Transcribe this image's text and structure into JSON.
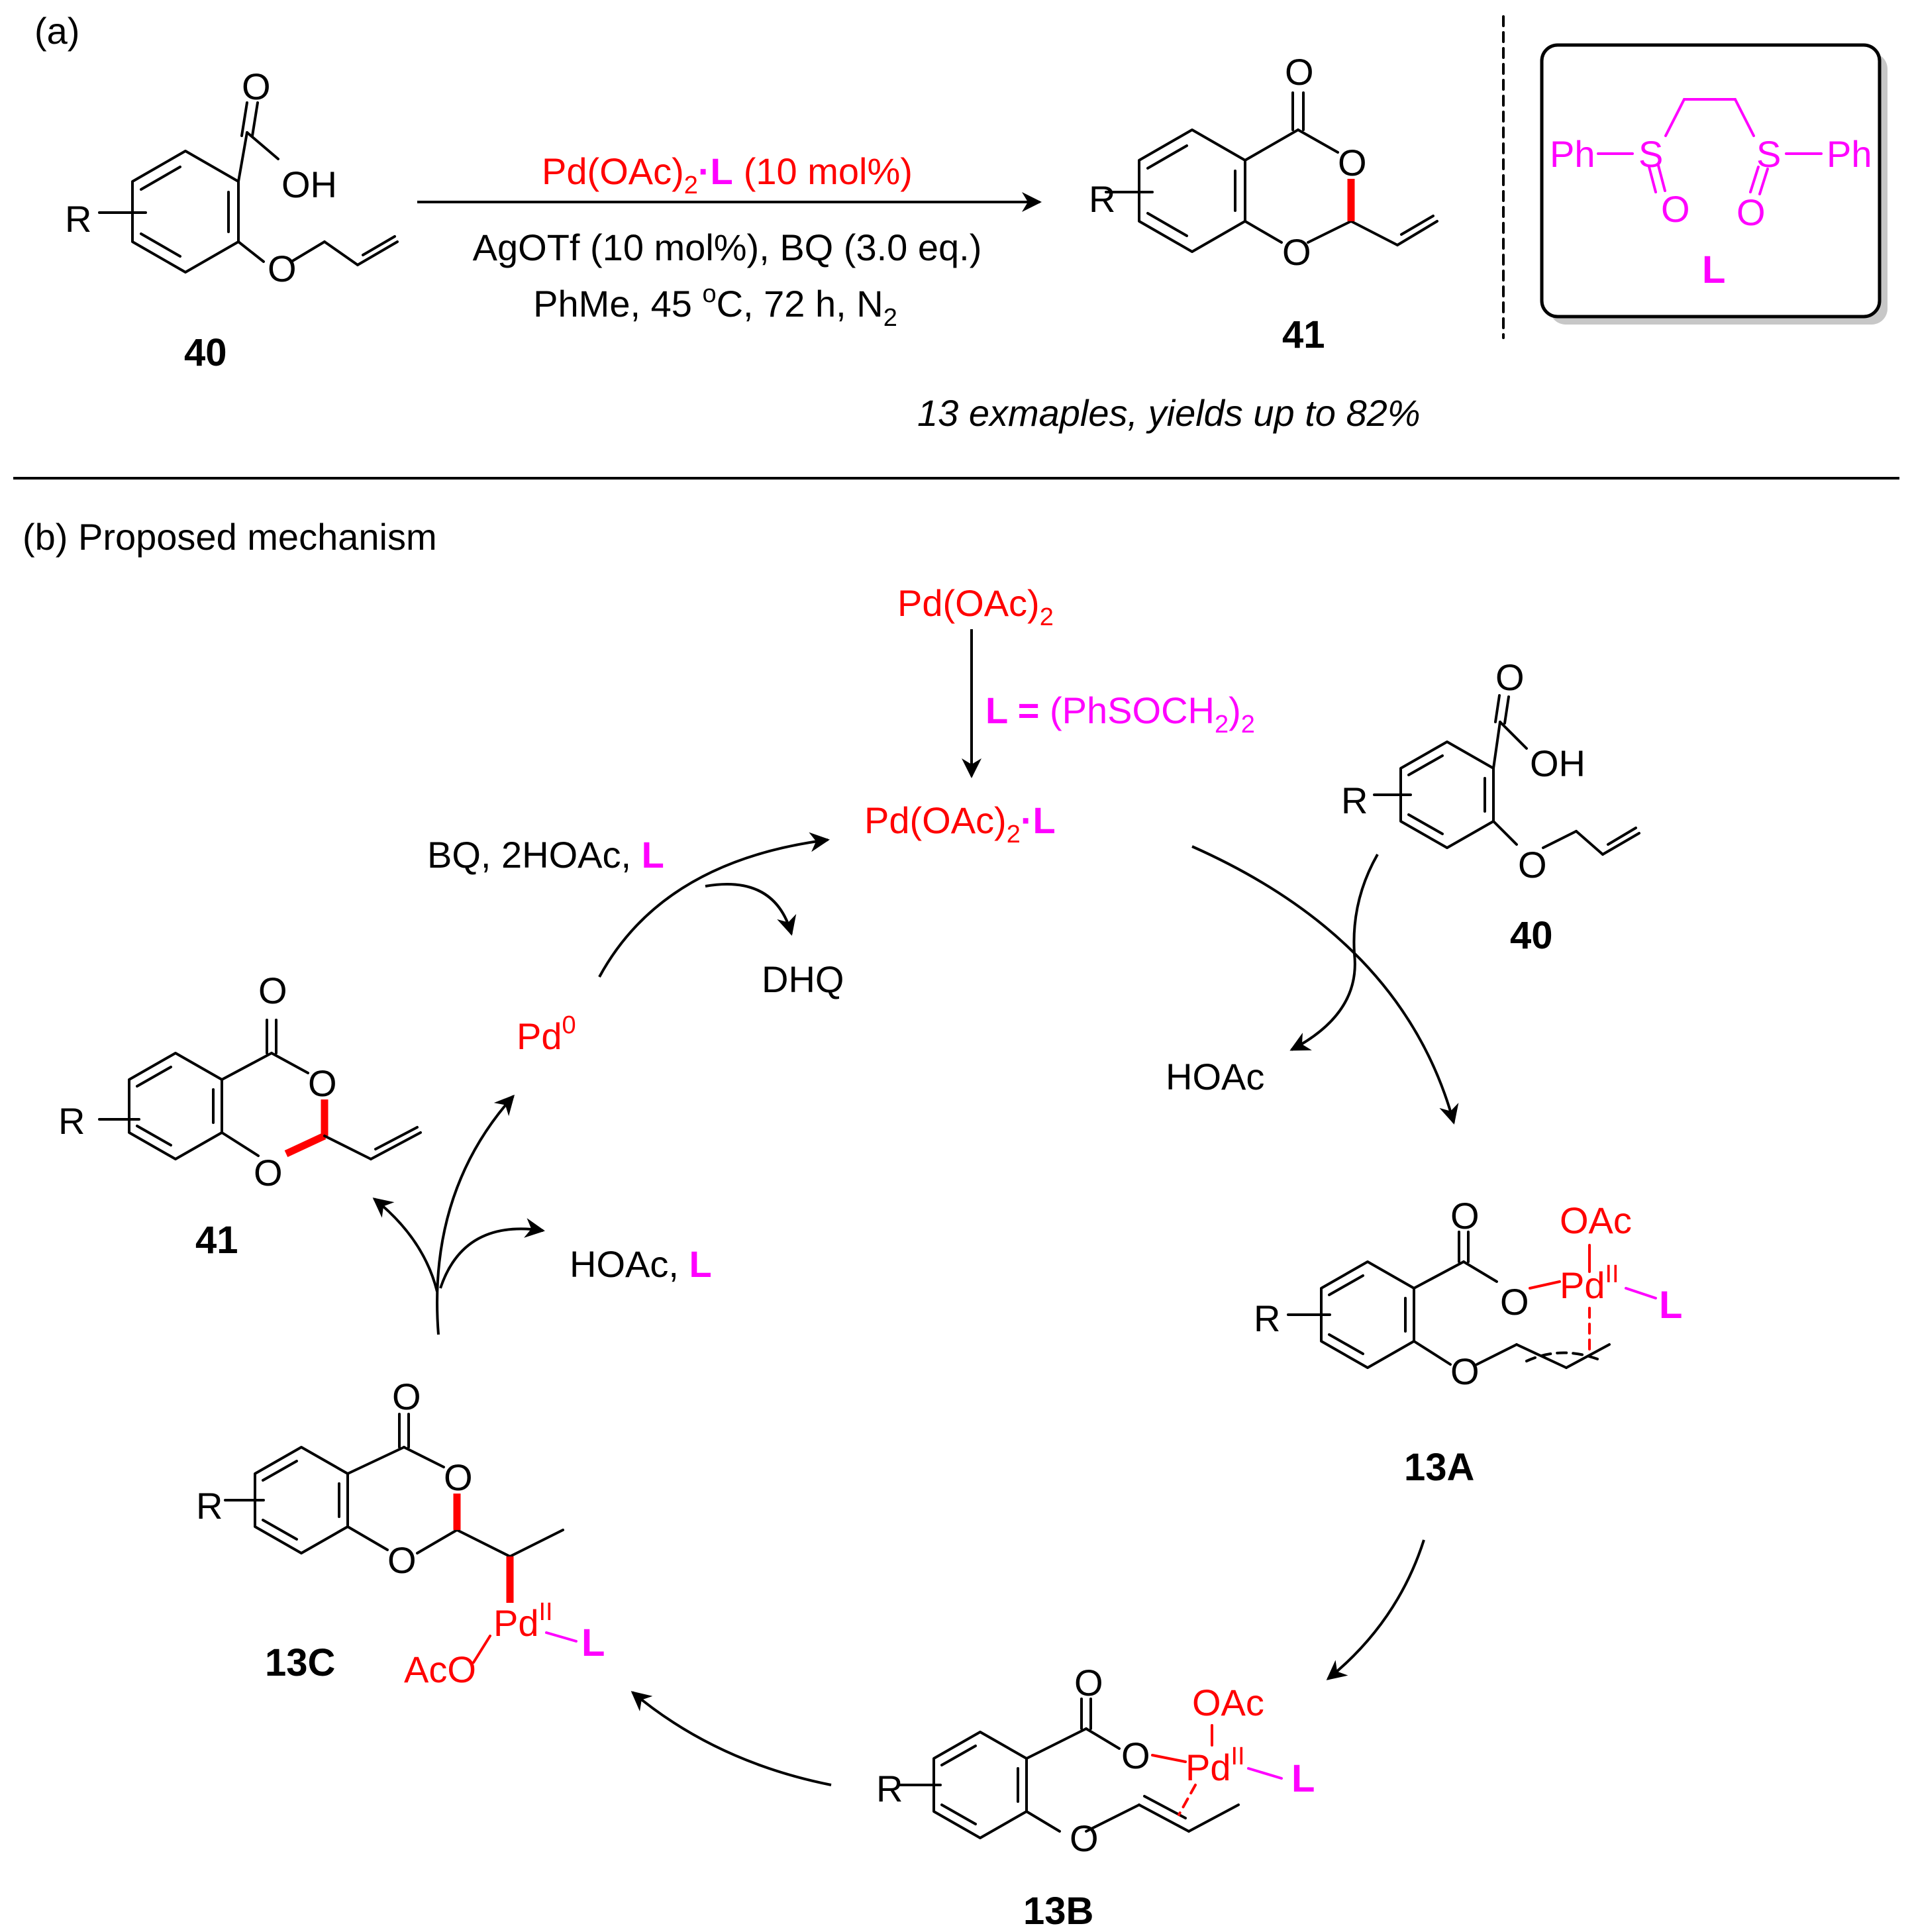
{
  "panel_a": {
    "label": "(a)",
    "reactant": {
      "number": "40",
      "r": "R",
      "oh": "OH",
      "o_carbonyl": "O",
      "o_ether": "O"
    },
    "conditions": {
      "catalyst_pre": "Pd(OAc)",
      "catalyst_sub": "2",
      "catalyst_dot": "·",
      "catalyst_ligand": "L",
      "catalyst_loading": "(10 mol%)",
      "line2": "AgOTf (10 mol%), BQ (3.0 eq.)",
      "line3_pre": "PhMe, 45 ",
      "line3_sup": "o",
      "line3_mid": "C, 72 h, N",
      "line3_sub": "2"
    },
    "product": {
      "number": "41",
      "r": "R",
      "o_carbonyl": "O",
      "o_ring": "O",
      "o_ether": "O"
    },
    "ligand_box": {
      "ph_left": "Ph",
      "s_left": "S",
      "o_left": "O",
      "s_right": "S",
      "ph_right": "Ph",
      "o_right": "O",
      "label": "L"
    },
    "note": "13 exmaples, yields up to 82%"
  },
  "panel_b": {
    "label": "(b) Proposed mechanism",
    "pd_acetate": {
      "pre": "Pd(OAc)",
      "sub": "2"
    },
    "ligand_eq": {
      "l": "L",
      "eq": " = ",
      "pre": "(PhSOCH",
      "sub": "2",
      "post": ")",
      "sub2": "2"
    },
    "complex": {
      "pre": "Pd(OAc)",
      "sub": "2",
      "dot": "·",
      "l": "L"
    },
    "regen": {
      "pre": "BQ, 2HOAc, ",
      "l": "L"
    },
    "dhq": "DHQ",
    "pd0": {
      "pd": "Pd",
      "sup": "0"
    },
    "hoac_release": "HOAc",
    "hoac_l": {
      "pre": "HOAc, ",
      "l": "L"
    },
    "sm40": {
      "number": "40",
      "r": "R",
      "oh": "OH",
      "o_carbonyl": "O",
      "o_ether": "O"
    },
    "prod41": {
      "number": "41",
      "r": "R",
      "o_carbonyl": "O",
      "o_ring": "O",
      "o_ether": "O"
    },
    "i13a": {
      "number": "13A",
      "r": "R",
      "o_carbonyl": "O",
      "o_ester": "O",
      "o_ether": "O",
      "oac": "OAc",
      "pd": "Pd",
      "sup": "II",
      "l": "L"
    },
    "i13b": {
      "number": "13B",
      "r": "R",
      "o_carbonyl": "O",
      "o_ester": "O",
      "o_ether": "O",
      "oac": "OAc",
      "pd": "Pd",
      "sup": "II",
      "l": "L"
    },
    "i13c": {
      "number": "13C",
      "r": "R",
      "o_carbonyl": "O",
      "o_ring": "O",
      "o_ether": "O",
      "aco": "AcO",
      "pd": "Pd",
      "sup": "II",
      "l": "L"
    }
  },
  "colors": {
    "red": "#ff0000",
    "magenta": "#ff00ff",
    "black": "#000000"
  }
}
